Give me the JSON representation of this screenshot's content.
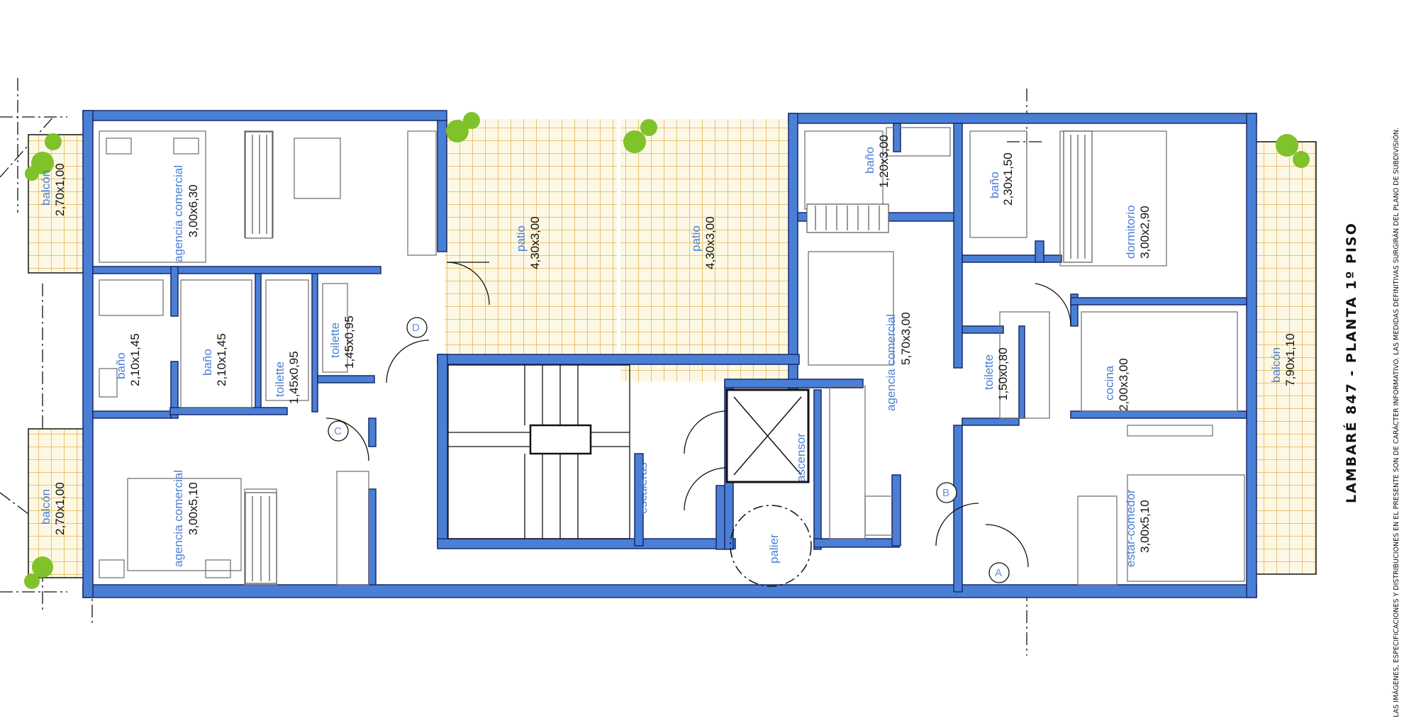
{
  "plan": {
    "title": "LAMBARÉ 847 - PLANTA 1º PISO",
    "disclaimer": "LAS IMÁGENES, ESPECIFICACIONES Y DISTRIBUCIONES EN EL PRESENTE SON DE CARÁCTER INFORMATIVO. LAS MEDIDAS DEFINITIVAS SURGIRÁN DEL PLANO DE SUBDIVISIÓN.",
    "colors": {
      "wall": "#4a7fd6",
      "wall_outline": "#1a2a6a",
      "patio_grid": "#d9a830",
      "plants": "#7fc22a",
      "label": "#4a7fd6"
    }
  },
  "rooms": {
    "balcon_tl": {
      "name": "balcón",
      "dims": "2,70x1,00"
    },
    "agencia_top": {
      "name": "agencia comercial",
      "dims": "3,00x6,30"
    },
    "bano_1": {
      "name": "baño",
      "dims": "2,10x1,45"
    },
    "bano_2": {
      "name": "baño",
      "dims": "2,10x1,45"
    },
    "toilette_1": {
      "name": "toilette",
      "dims": "1,45x0,95"
    },
    "toilette_2": {
      "name": "toilette",
      "dims": "1,45x0,95"
    },
    "balcon_bl": {
      "name": "balcón",
      "dims": "2,70x1,00"
    },
    "agencia_bottom": {
      "name": "agencia comercial",
      "dims": "3,00x5,10"
    },
    "patio_1": {
      "name": "patio",
      "dims": "4,30x3,00"
    },
    "patio_2": {
      "name": "patio",
      "dims": "4,30x3,00"
    },
    "escaleras": {
      "name": "escaleras"
    },
    "ascensor": {
      "name": "ascensor"
    },
    "palier": {
      "name": "palier"
    },
    "bano_3": {
      "name": "baño",
      "dims": "1,20x3,00"
    },
    "agencia_right": {
      "name": "agencia comercial",
      "dims": "5,70x3,00"
    },
    "bano_4": {
      "name": "baño",
      "dims": "2,30x1,50"
    },
    "dormitorio": {
      "name": "dormitorio",
      "dims": "3,00x2,90"
    },
    "toilette_3": {
      "name": "toilette",
      "dims": "1,50x0,80"
    },
    "cocina": {
      "name": "cocina",
      "dims": "2,00x3,00"
    },
    "estar": {
      "name": "estar-comedor",
      "dims": "3,00x5,10"
    },
    "balcon_r": {
      "name": "balcón",
      "dims": "7,90x1,10"
    }
  },
  "doors": {
    "a": "A",
    "b": "B",
    "c": "C",
    "d": "D"
  }
}
